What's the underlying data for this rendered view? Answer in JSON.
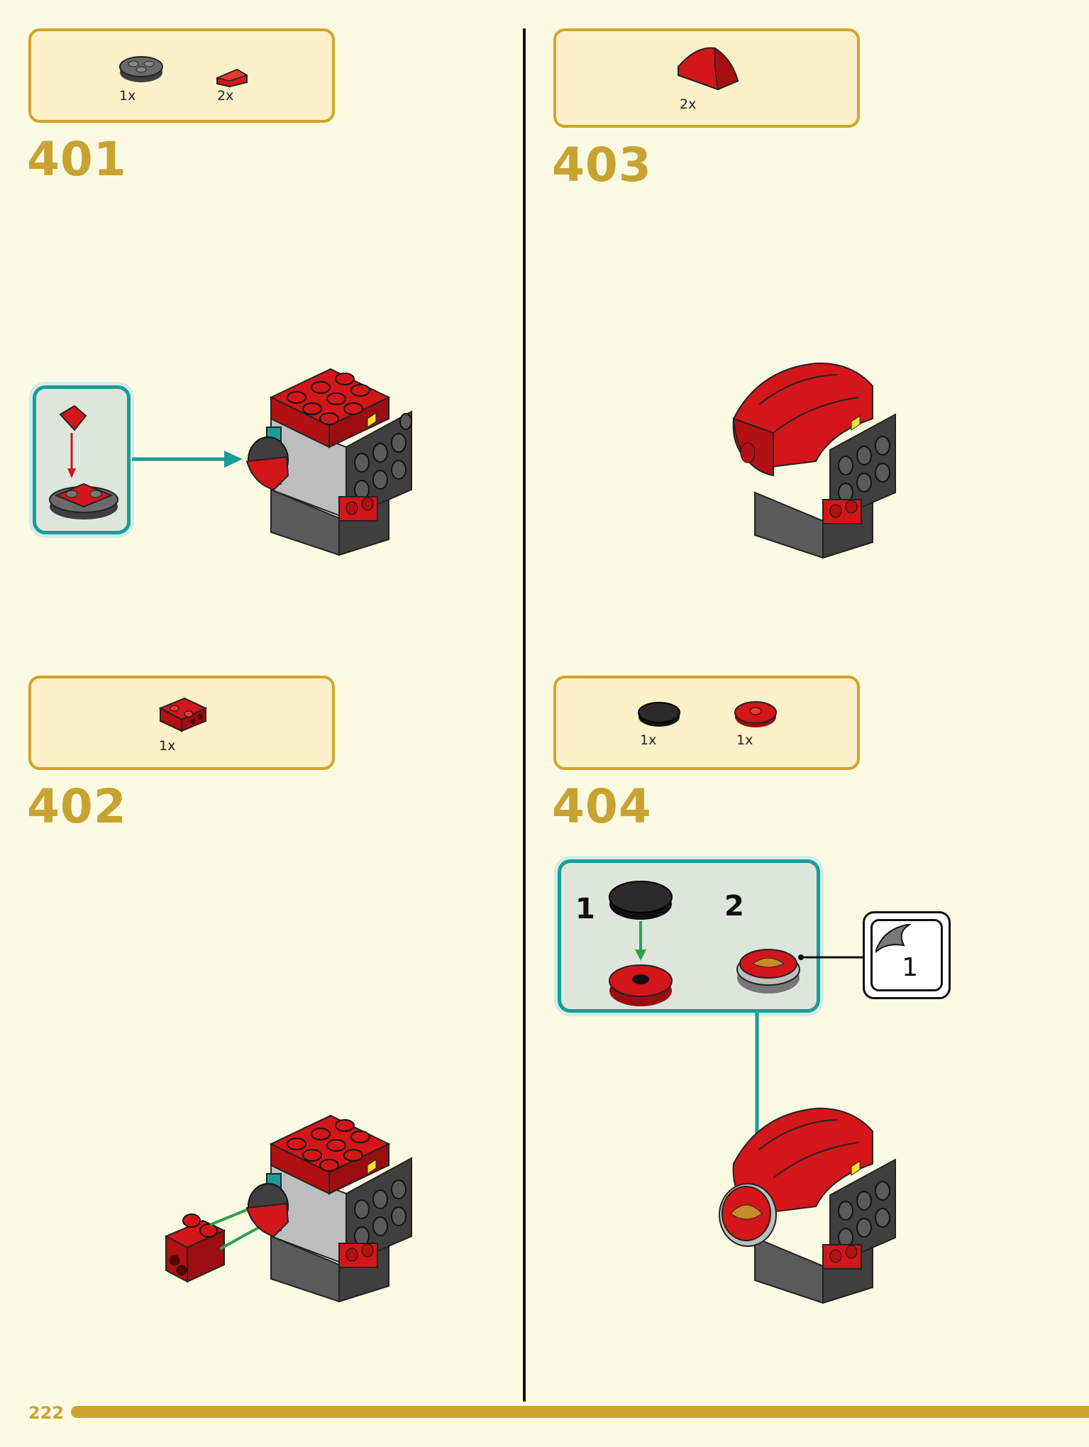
{
  "page": {
    "number": "222"
  },
  "steps": [
    {
      "number": "401",
      "parts": [
        {
          "name": "gray round plate",
          "qty": "1x"
        },
        {
          "name": "red wedge plate",
          "qty": "2x"
        }
      ]
    },
    {
      "number": "402",
      "parts": [
        {
          "name": "red bracket plate",
          "qty": "1x"
        }
      ]
    },
    {
      "number": "403",
      "parts": [
        {
          "name": "red curved slope",
          "qty": "2x"
        }
      ]
    },
    {
      "number": "404",
      "parts": [
        {
          "name": "black round tile",
          "qty": "1x"
        },
        {
          "name": "red round plate",
          "qty": "1x"
        }
      ]
    }
  ],
  "callout_404": {
    "sub1": "1",
    "sub2": "2",
    "sticker": "1"
  },
  "colors": {
    "accent_gold": "#cfa52d",
    "step_number": "#c9a331",
    "callout_teal": "#1a9c98",
    "brick_red": "#d2161a",
    "brick_gray": "#5e5e5e",
    "arrow_green": "#2f9e55"
  },
  "icons": [
    "sticker-sheet-icon",
    "assembly-arrow-icon"
  ]
}
